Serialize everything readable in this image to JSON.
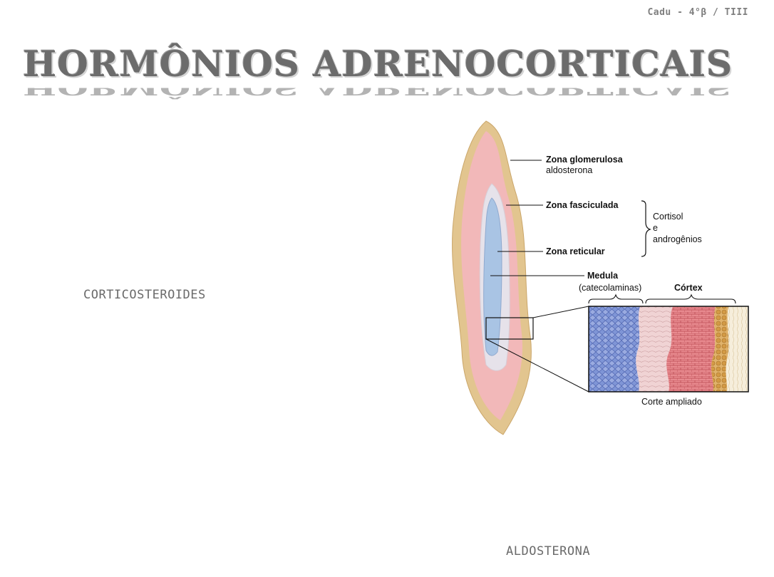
{
  "header": {
    "corner_label": "Cadu - 4°β / TIII"
  },
  "title": "HORMÔNIOS ADRENOCORTICAIS",
  "bullets": {
    "corticosteroides": "CORTICOSTEROIDES",
    "aldosterona": "ALDOSTERONA"
  },
  "figure": {
    "zona_glomerulosa": "Zona glomerulosa",
    "aldosterona_sub": "aldosterona",
    "zona_fasciculada": "Zona fasciculada",
    "zona_reticular": "Zona reticular",
    "cortisol": "Cortisol",
    "e": "e",
    "androgenios": "androgênios",
    "medula": "Medula",
    "catecolaminas": "(catecolaminas)",
    "cortex": "Córtex",
    "corte_ampliado": "Corte ampliado"
  },
  "colors": {
    "capsule": "#e2c58f",
    "glomerulosa_pink": "#f2b8b9",
    "medulla_blue": "#a9c4e4",
    "medulla_border": "#e6e2ea",
    "reticularis_red": "#d96b73",
    "glomerulosa_orange": "#d4a04a"
  }
}
